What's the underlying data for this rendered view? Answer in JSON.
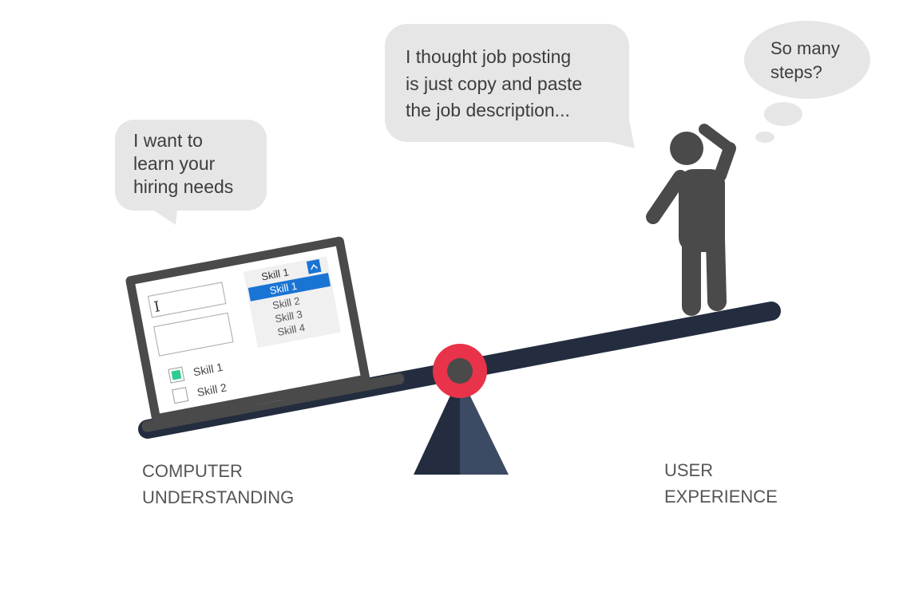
{
  "bubbles": {
    "computer": [
      "I want to",
      "learn your",
      "hiring needs"
    ],
    "user_speech": [
      "I thought job posting",
      "is just copy and paste",
      "the job description..."
    ],
    "user_thought": [
      "So many",
      "steps?"
    ]
  },
  "labels": {
    "left": [
      "COMPUTER",
      "UNDERSTANDING"
    ],
    "right": [
      "USER",
      "EXPERIENCE"
    ]
  },
  "laptop_screen": {
    "dropdown_selected": "Skill 1",
    "dropdown_options": [
      "Skill 1",
      "Skill 2",
      "Skill 3",
      "Skill 4"
    ],
    "dropdown_highlighted_index": 0,
    "checkboxes": [
      {
        "label": "Skill 1",
        "checked": true
      },
      {
        "label": "Skill 2",
        "checked": false
      }
    ]
  },
  "colors": {
    "beam": "#232d3f",
    "fulcrum_dark": "#232d3f",
    "fulcrum_light": "#3d4a64",
    "pivot_ring": "#e8334a",
    "pivot_center": "#4a4a4a",
    "bubble": "#e6e6e6",
    "person": "#4a4a4a",
    "laptop": "#4a4a4a",
    "checkbox_checked": "#2ecc8f",
    "dropdown_highlight": "#1a74d4"
  }
}
